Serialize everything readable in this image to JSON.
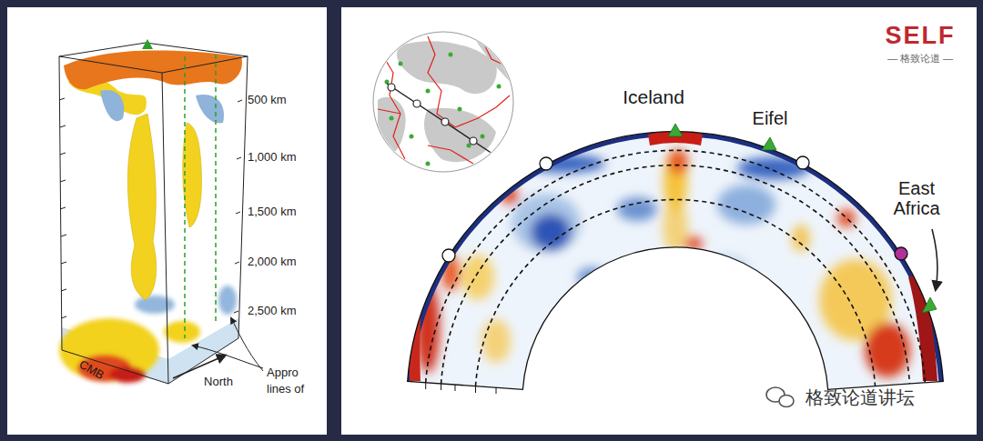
{
  "diagram": {
    "labels": [
      "500 km",
      "1,000 km",
      "1,500 km",
      "2,000 km",
      "2,500 km",
      "CMB",
      "North",
      "Appro",
      "lines of",
      "Iceland",
      "Eifel",
      "East Africa",
      "SELF",
      "— 格致论道 —",
      "格致论道讲坛"
    ]
  }
}
